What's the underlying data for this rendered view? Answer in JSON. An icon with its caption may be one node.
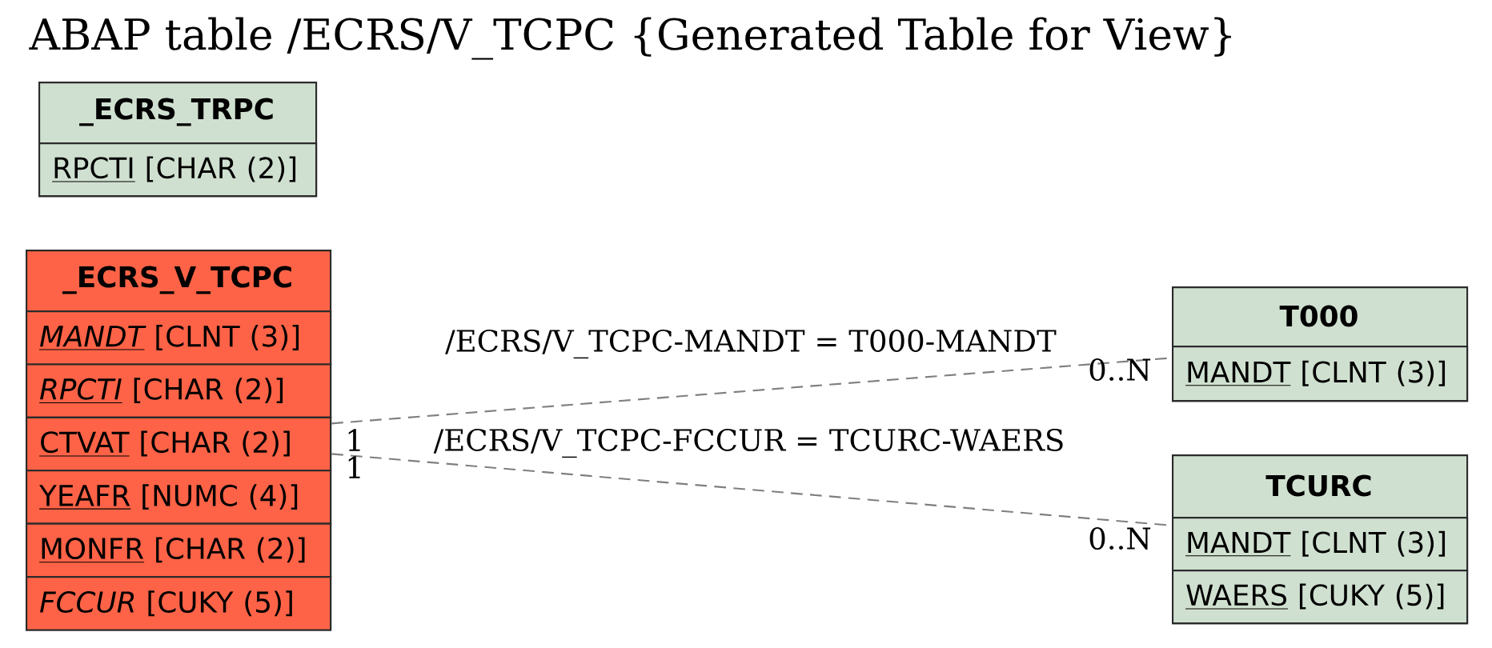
{
  "diagram": {
    "title": "ABAP table /ECRS/V_TCPC {Generated Table for View}",
    "nodes": [
      {
        "text": [
          "_ECRS_TRPC"
        ]
      },
      {
        "text": [
          "RPCTI",
          "[CHAR (2)]"
        ],
        "in": 0
      },
      {
        "text": [
          "_ECRS_V_TCPC"
        ]
      },
      {
        "text": [
          "MANDT",
          "[CLNT (3)]"
        ],
        "in": 2
      },
      {
        "text": [
          "RPCTI",
          "[CHAR (2)]"
        ],
        "in": 2
      },
      {
        "text": [
          "CTVAT",
          "[CHAR (2)]"
        ],
        "in": 2
      },
      {
        "text": [
          "YEAFR",
          "[NUMC (4)]"
        ],
        "in": 2
      },
      {
        "text": [
          "MONFR",
          "[CHAR (2)]"
        ],
        "in": 2
      },
      {
        "text": [
          "FCCUR",
          "[CUKY (5)]"
        ],
        "in": 2
      },
      {
        "text": [
          "T000"
        ]
      },
      {
        "text": [
          "MANDT",
          "[CLNT (3)]"
        ],
        "in": 9
      },
      {
        "text": [
          "TCURC"
        ]
      },
      {
        "text": [
          "MANDT",
          "[CLNT (3)]"
        ],
        "in": 11
      },
      {
        "text": [
          "WAERS",
          "[CUKY (5)]"
        ],
        "in": 11
      }
    ],
    "edges": [
      {
        "from": 2,
        "to": 9,
        "arrow": "none",
        "label": "/ECRS/V_TCPC-MANDT = T000-MANDT",
        "style": "dashed"
      },
      {
        "from": 2,
        "to": 11,
        "arrow": "none",
        "label": "/ECRS/V_TCPC-FCCUR = TCURC-WAERS",
        "style": "dashed"
      }
    ],
    "labels": [
      "0..N",
      "1",
      "1",
      "0..N"
    ]
  }
}
